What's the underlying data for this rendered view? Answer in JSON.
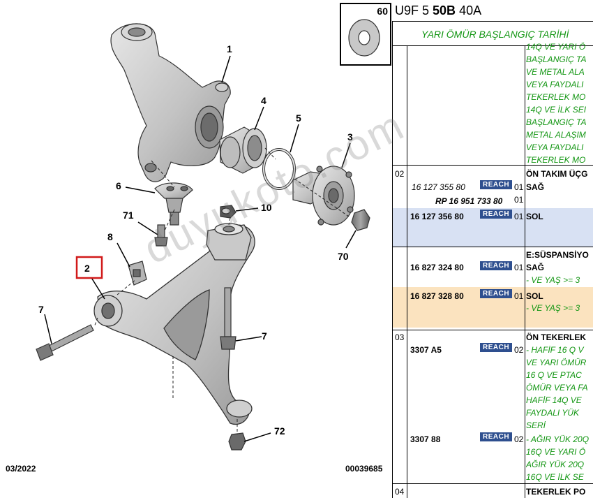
{
  "diagram": {
    "callouts": [
      {
        "id": "c1",
        "label": "1"
      },
      {
        "id": "c4",
        "label": "4"
      },
      {
        "id": "c5",
        "label": "5"
      },
      {
        "id": "c3",
        "label": "3"
      },
      {
        "id": "c6",
        "label": "6"
      },
      {
        "id": "c71",
        "label": "71"
      },
      {
        "id": "c10",
        "label": "10"
      },
      {
        "id": "c8",
        "label": "8"
      },
      {
        "id": "c70",
        "label": "70"
      },
      {
        "id": "c2",
        "label": "2"
      },
      {
        "id": "c7a",
        "label": "7"
      },
      {
        "id": "c7b",
        "label": "7"
      },
      {
        "id": "c72",
        "label": "72"
      }
    ],
    "date": "03/2022",
    "doc_number": "00039685",
    "watermark": "duyukoto.com",
    "highlight_color": "#d11a1a"
  },
  "washer": {
    "number": "60"
  },
  "header": {
    "code_prefix": "U9F 5 ",
    "code_bold": "50B",
    "code_suffix": " 40A"
  },
  "table": {
    "top_label": "YARI ÖMÜR BAŞLANGIÇ TARİHİ",
    "top_green_lines": [
      "14Q VE YARI Ö",
      "BAŞLANGIÇ TA",
      "VE METAL ALA",
      "VEYA FAYDALI",
      "TEKERLEK MO",
      "14Q VE İLK SEI",
      "BAŞLANGIÇ TA",
      "METAL ALAŞIM",
      "VEYA FAYDALI",
      "TEKERLEK MO"
    ],
    "sections": [
      {
        "index": "02",
        "title": "ÖN TAKIM ÜÇG",
        "rows": [
          {
            "ref": "16 127 355 80",
            "reach": "REACH",
            "qty": "01",
            "desc": "SAĞ",
            "italic": true
          },
          {
            "ref": "RP 16 951 733 80",
            "qty": "01",
            "desc": ""
          },
          {
            "ref": "16 127 356 80",
            "reach": "REACH",
            "qty": "01",
            "desc": "SOL"
          }
        ]
      },
      {
        "index": "",
        "title": "E:SÜSPANSİYO",
        "rows": [
          {
            "ref": "16 827 324 80",
            "reach": "REACH",
            "qty": "01",
            "desc": "SAĞ",
            "note": "- VE YAŞ >= 3"
          },
          {
            "ref": "16 827 328 80",
            "reach": "REACH",
            "qty": "01",
            "desc": "SOL",
            "note": "- VE YAŞ >= 3"
          }
        ]
      },
      {
        "index": "03",
        "title": "ÖN TEKERLEK",
        "rows": [
          {
            "ref": "3307 A5",
            "reach": "REACH",
            "qty": "02",
            "lines": [
              "- HAFİF 16 Q V",
              "VE YARI ÖMÜR",
              "16 Q VE PTAC",
              "ÖMÜR VEYA FA",
              "HAFİF 14Q VE",
              "FAYDALI YÜK",
              "SERİ"
            ]
          },
          {
            "ref": "3307 88",
            "reach": "REACH",
            "qty": "02",
            "lines": [
              "- AĞIR YÜK 20Q",
              "16Q VE YARI Ö",
              "AĞIR YÜK 20Q",
              "16Q VE İLK SE"
            ]
          }
        ]
      },
      {
        "index": "04",
        "title": "TEKERLEK PO",
        "rows": []
      }
    ],
    "colors": {
      "blue_row": "#d8e1f3",
      "orange_row": "#fbe3bf",
      "reach_bg": "#2e4f8f",
      "green": "#139613"
    }
  }
}
